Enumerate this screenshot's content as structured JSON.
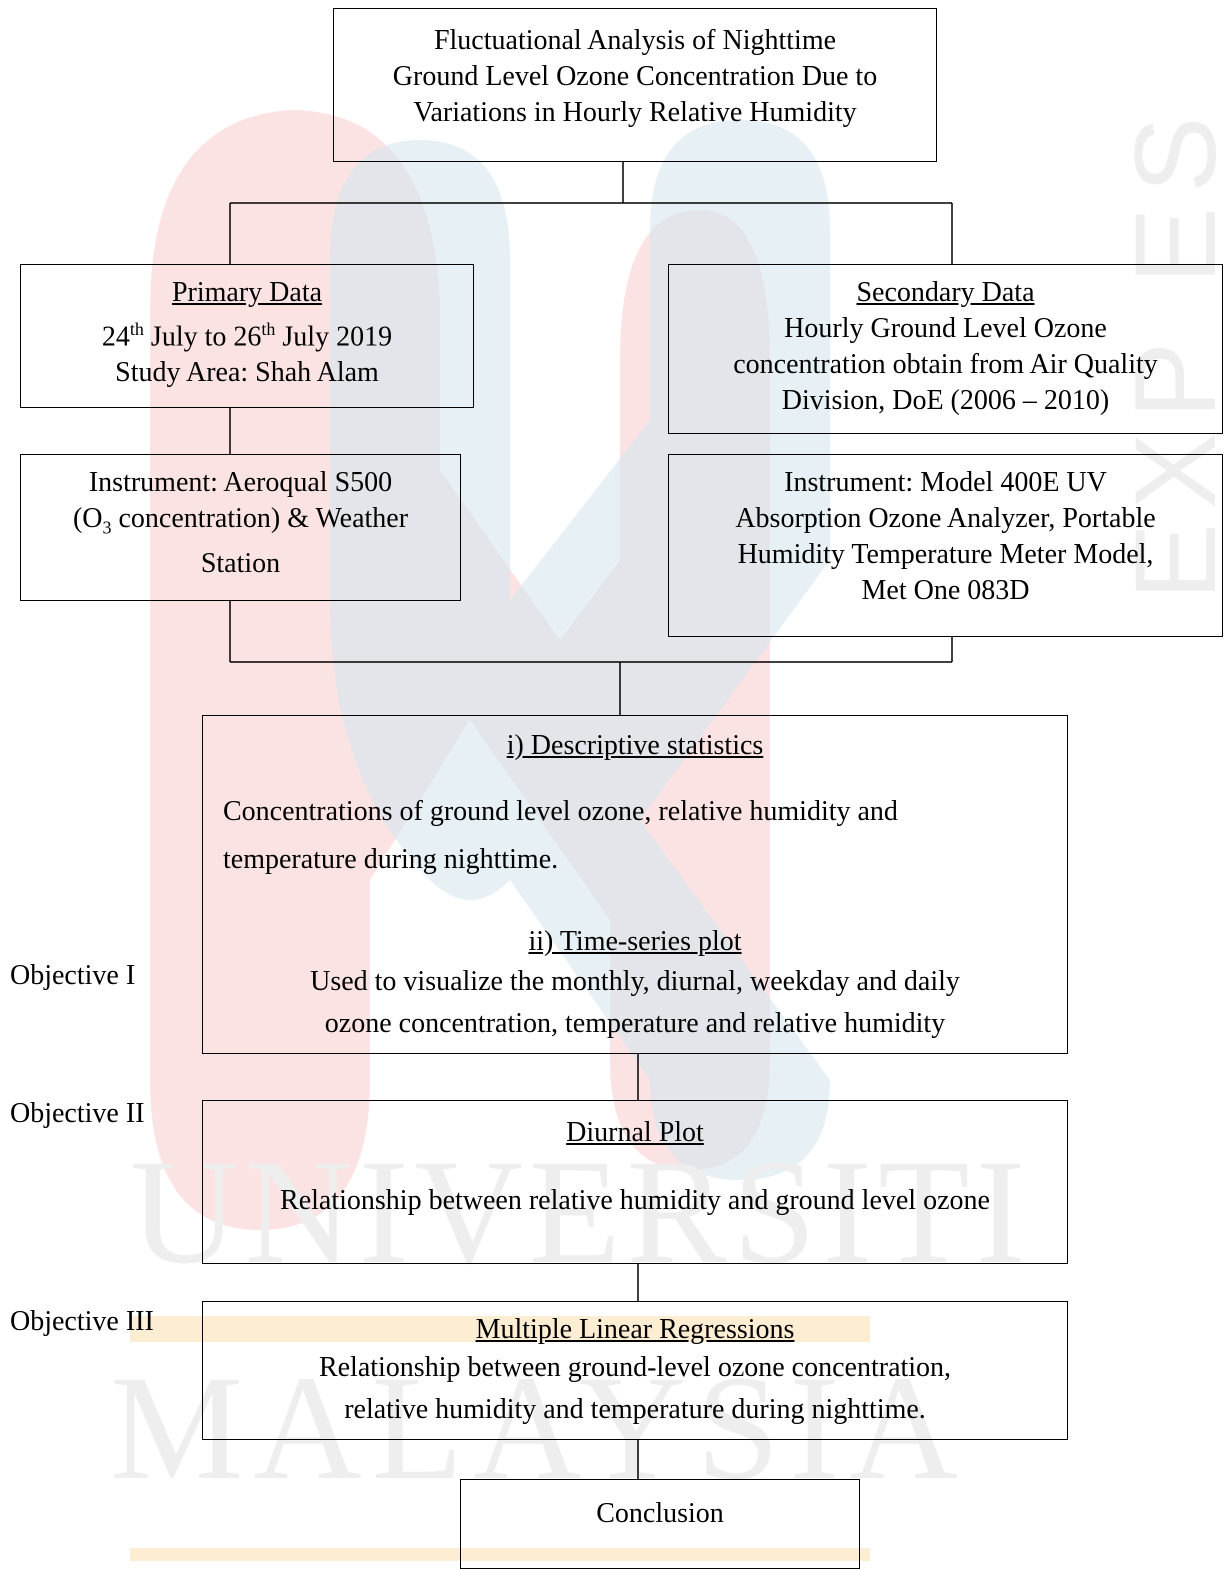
{
  "watermark": {
    "side_text": "EXP ES",
    "bottom_text_1": "UNIVERSITI",
    "bottom_text_2": "MALAYSIA"
  },
  "title_box": {
    "lines": [
      "Fluctuational Analysis of Nighttime",
      "Ground Level Ozone Concentration Due to",
      "Variations in Hourly Relative Humidity"
    ]
  },
  "primary": {
    "heading": "Primary Data",
    "date_day1": "24",
    "date_sup1": "th",
    "date_mid": " July to 26",
    "date_sup2": "th",
    "date_end": " July 2019",
    "study_area": "Study Area: Shah Alam"
  },
  "secondary": {
    "heading": "Secondary Data",
    "lines": [
      "Hourly Ground Level Ozone",
      "concentration obtain from Air Quality",
      "Division, DoE (2006 – 2010)"
    ]
  },
  "instrument_primary": {
    "line1": "Instrument: Aeroqual S500",
    "line2_pre": "(O",
    "line2_sub": "3",
    "line2_post": " concentration) & Weather",
    "line3": "Station"
  },
  "instrument_secondary": {
    "lines": [
      "Instrument: Model 400E UV",
      "Absorption Ozone Analyzer, Portable",
      "Humidity Temperature Meter Model,",
      "Met One 083D"
    ]
  },
  "analysis": {
    "heading1": "i) Descriptive statistics",
    "text1_line1": "Concentrations of ground level ozone, relative humidity and",
    "text1_line2": "temperature during nighttime.",
    "heading2": "ii) Time-series plot",
    "text2_line1": "Used to visualize the monthly, diurnal, weekday and daily",
    "text2_line2": "ozone concentration, temperature and relative humidity"
  },
  "diurnal": {
    "heading": "Diurnal Plot",
    "text": "Relationship between relative humidity and ground level ozone"
  },
  "mlr": {
    "heading": "Multiple Linear Regressions",
    "line1": "Relationship between ground-level ozone concentration,",
    "line2": "relative humidity and temperature during nighttime."
  },
  "conclusion": {
    "label": "Conclusion"
  },
  "objectives": {
    "obj1": "Objective I",
    "obj2": "Objective II",
    "obj3": "Objective III"
  }
}
